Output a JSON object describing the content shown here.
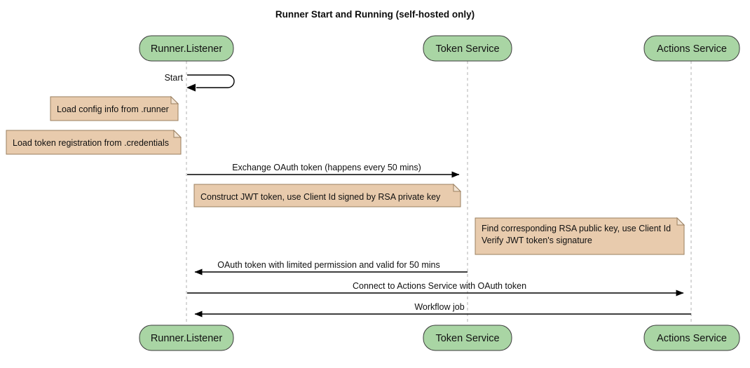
{
  "diagram": {
    "kind": "sequence-diagram",
    "title": "Runner Start and Running (self-hosted only)",
    "colors": {
      "participant_fill": "#a9d5a4",
      "participant_border": "#3b3b3b",
      "note_fill": "#e8cbad",
      "note_border": "#9a7f5f",
      "note_fold": "#f2e3d2",
      "lifeline": "#bfbfbf",
      "arrow": "#000000",
      "background": "#ffffff"
    },
    "participants": [
      {
        "id": "runner",
        "label": "Runner.Listener"
      },
      {
        "id": "token",
        "label": "Token Service"
      },
      {
        "id": "actions",
        "label": "Actions Service"
      }
    ],
    "notes": [
      {
        "id": "note-load-config",
        "lines": [
          "Load config info from .runner"
        ]
      },
      {
        "id": "note-load-token",
        "lines": [
          "Load token registration from .credentials"
        ]
      },
      {
        "id": "note-construct-jwt",
        "lines": [
          "Construct JWT token, use Client Id signed by RSA private key"
        ]
      },
      {
        "id": "note-verify-jwt",
        "lines": [
          "Find corresponding RSA public key, use Client Id",
          "Verify JWT token's signature"
        ]
      }
    ],
    "messages": [
      {
        "id": "msg-start",
        "label": "Start",
        "from": "runner",
        "to": "runner",
        "type": "self-loop"
      },
      {
        "id": "msg-exchange-token",
        "label": "Exchange OAuth token (happens every 50 mins)",
        "from": "runner",
        "to": "token",
        "direction": "right"
      },
      {
        "id": "msg-oauth-token-reply",
        "label": "OAuth token with limited permission and valid for 50 mins",
        "from": "token",
        "to": "runner",
        "direction": "left"
      },
      {
        "id": "msg-connect-actions",
        "label": "Connect to Actions Service with OAuth token",
        "from": "runner",
        "to": "actions",
        "direction": "right"
      },
      {
        "id": "msg-workflow-job",
        "label": "Workflow job",
        "from": "actions",
        "to": "runner",
        "direction": "left"
      }
    ]
  }
}
